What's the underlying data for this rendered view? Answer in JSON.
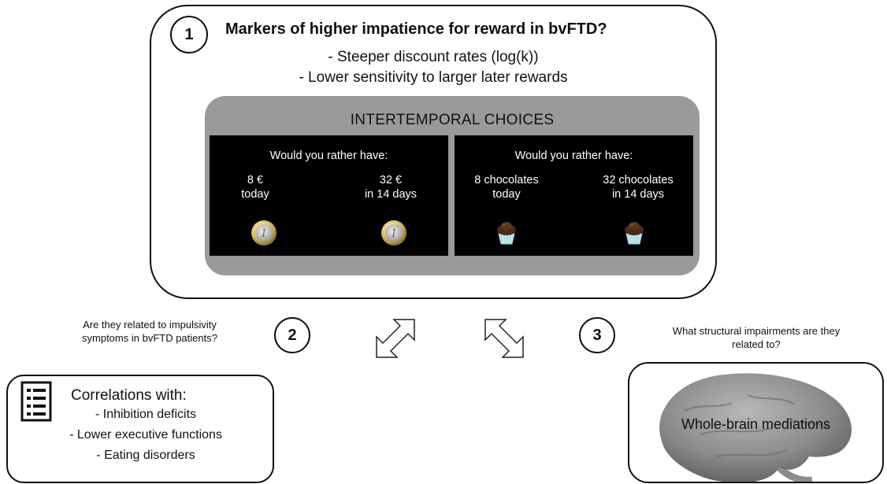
{
  "section1": {
    "number": "1",
    "question": "Markers of higher impatience for reward in bvFTD?",
    "bullets": [
      "- Steeper discount rates (log(k))",
      "- Lower sensitivity to larger later rewards"
    ]
  },
  "intertemporal": {
    "title": "INTERTEMPORAL CHOICES",
    "panels": [
      {
        "prompt": "Would you rather have:",
        "left": {
          "line1": "8 €",
          "line2": "today",
          "icon": "euro-coin-icon"
        },
        "right": {
          "line1": "32 €",
          "line2": "in 14 days",
          "icon": "euro-coin-icon"
        }
      },
      {
        "prompt": "Would you rather have:",
        "left": {
          "line1": "8 chocolates",
          "line2": "today",
          "icon": "chocolate-cupcake-icon"
        },
        "right": {
          "line1": "32 chocolates",
          "line2": "in 14 days",
          "icon": "chocolate-cupcake-icon"
        }
      }
    ]
  },
  "section2": {
    "number": "2",
    "question_line1": "Are they related to impulsivity",
    "question_line2": "symptoms in bvFTD patients?",
    "box_title": "Correlations with:",
    "items": [
      "- Inhibition deficits",
      "- Lower executive functions",
      "- Eating disorders"
    ],
    "icon": "checklist-icon"
  },
  "section3": {
    "number": "3",
    "question_line1": "What structural impairments are they",
    "question_line2": "related to?",
    "box_label": "Whole-brain mediations",
    "icon": "brain-icon"
  },
  "arrows": [
    "diagonal-double-arrow-icon",
    "diagonal-double-arrow-icon"
  ]
}
